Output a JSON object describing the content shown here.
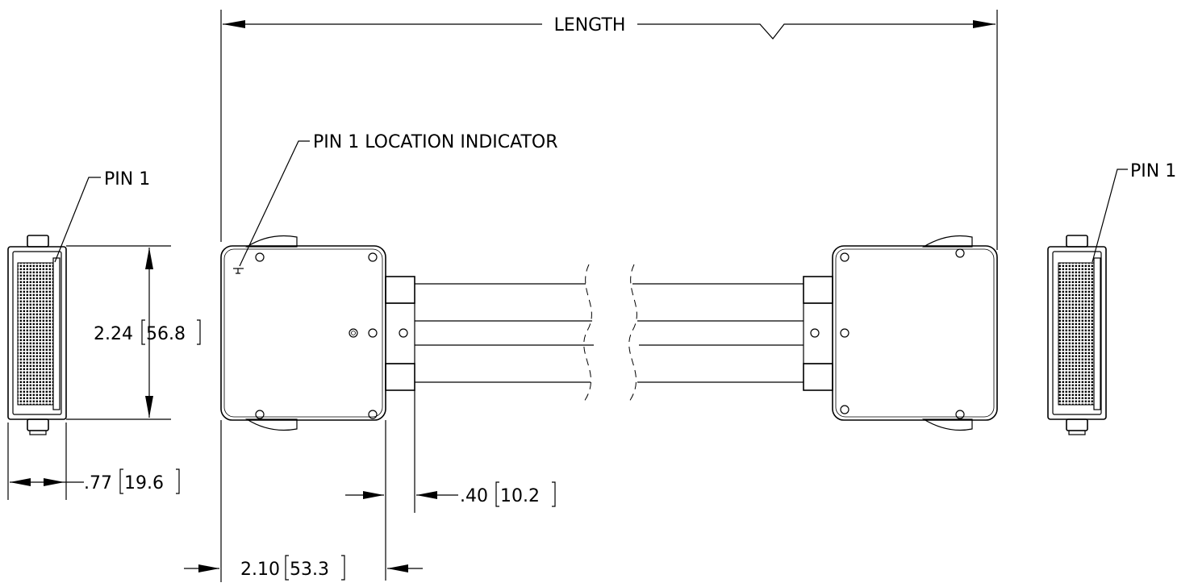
{
  "labels": {
    "length": "LENGTH",
    "pin1_location_indicator": "PIN 1 LOCATION INDICATOR",
    "pin1_left": "PIN 1",
    "pin1_right": "PIN 1"
  },
  "dimensions": {
    "height": {
      "inch": "2.24",
      "mm": "56.8"
    },
    "connector_depth": {
      "inch": ".77",
      "mm": "19.6"
    },
    "strain_relief": {
      "inch": ".40",
      "mm": "10.2"
    },
    "housing_length": {
      "inch": "2.10",
      "mm": "53.3"
    }
  },
  "colors": {
    "line": "#000000",
    "background": "#ffffff"
  }
}
